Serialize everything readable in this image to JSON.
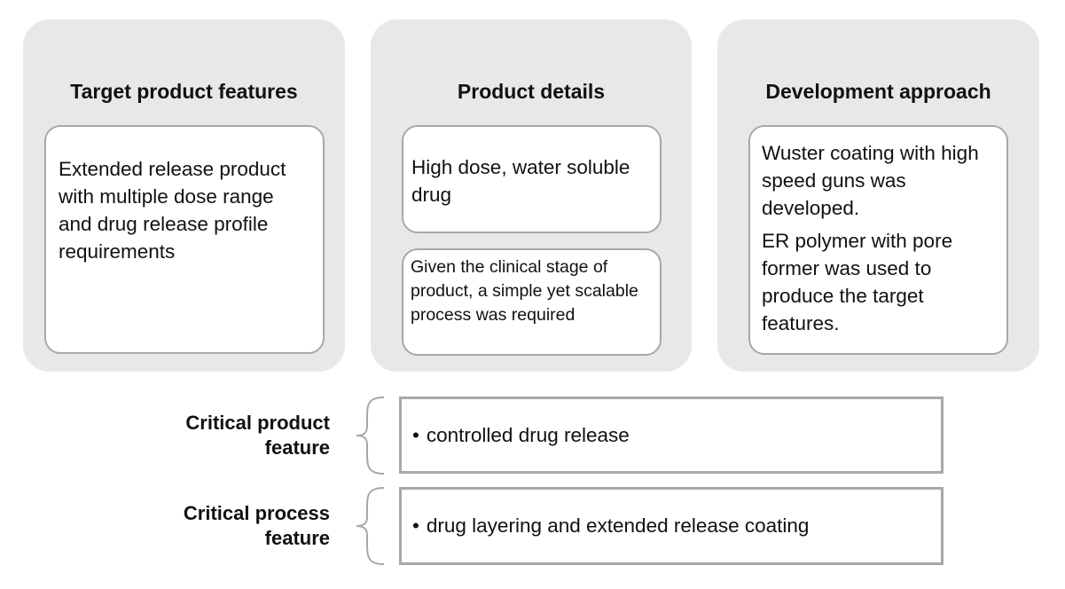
{
  "columns": [
    {
      "title": "Target product features",
      "boxes": [
        "Extended release product with multiple dose range and drug release profile requirements"
      ]
    },
    {
      "title": "Product details",
      "boxes": [
        "High dose, water soluble drug",
        "Given the clinical stage of product, a simple yet scalable process was required"
      ]
    },
    {
      "title": "Development approach",
      "boxes": [
        "Wuster coating with high speed guns was developed.",
        "ER polymer with pore former was used to produce the target features."
      ]
    }
  ],
  "critical": [
    {
      "label": "Critical product feature",
      "item": "controlled drug release"
    },
    {
      "label": "Critical process feature",
      "item": "drug layering and extended release coating"
    }
  ],
  "bullet": "•",
  "colors": {
    "panel": "#e8e8e8",
    "border": "#a8a8a8"
  }
}
